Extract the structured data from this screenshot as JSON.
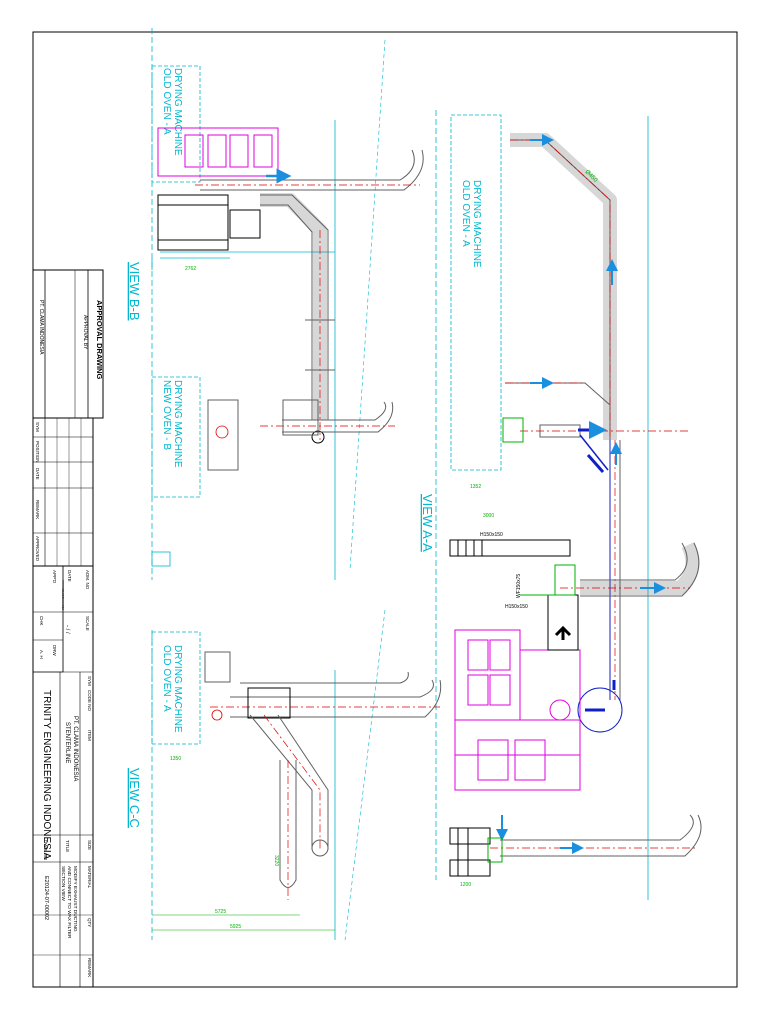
{
  "colors": {
    "frame": "#000000",
    "duct": "#606060",
    "centerline": "#e00000",
    "flow_arrow": "#1a8fe0",
    "flow_arrow_dark": "#1020c8",
    "label": "#00b8d0",
    "dimension": "#00b000",
    "machine": "#e000e0",
    "structure": "#000000"
  },
  "views": {
    "view_aa": "VIEW A-A",
    "view_bb": "VIEW B-B",
    "view_cc": "VIEW C-C"
  },
  "machines": {
    "old_oven_a_aa": [
      "DRYING MACHINE",
      "OLD OVEN - A"
    ],
    "old_oven_a_bb": [
      "DRYING MACHINE",
      "OLD OVEN - A"
    ],
    "new_oven_b_bb": [
      "DRYING MACHINE",
      "NEW OVEN - B"
    ],
    "old_oven_a_cc": [
      "DRYING MACHINE",
      "OLD OVEN - A"
    ]
  },
  "dimensions": {
    "d_2762": "2762",
    "d_1352": "1352",
    "d_3000": "3000",
    "d_1350": "1350",
    "d_1200": "1200",
    "d_5725": "5725",
    "d_5925": "5925",
    "d_3220": "3220",
    "d_450": "Ø450",
    "beam1": "H150x150",
    "beam2": "WF150x75",
    "beam3": "H150x150"
  },
  "approval": {
    "title": "APPROVAL DRAWING",
    "approval_by": "APPROVAL BY",
    "company": "PT. CLAMA INDONESIA"
  },
  "revision_headers": [
    "SYM",
    "POSITION",
    "DATE",
    "REMARK",
    "APPROVED"
  ],
  "title_block": {
    "adm_no": "ADM. NO",
    "date": "DATE",
    "date_sub": "YYYY/MM/DD/HH/MM",
    "appd": "APP'D",
    "chk": "CHK",
    "scale": "SCALE",
    "scale_val": "- / /",
    "drw": "DRW",
    "drw_val": "A. H",
    "sym": "SYM",
    "code_no": "CODE NO",
    "item": "ITEM",
    "client": "PT. CLAMA INDONESIA",
    "line": "STENTERLINE",
    "firm": "TRINITY ENGINEERING INDONESIA",
    "size": "SIZE",
    "material": "MATERIAL",
    "qty": "QTY",
    "remark": "REMARK",
    "title": "TITLE",
    "title_lines": [
      "MODIFY EXHAUST DUCTING",
      "AND CONNECT TO WAX FILTER",
      "SECTION VIEW"
    ],
    "dwg_no": "DWG. NO",
    "dwg_val": "E20124-07-00002"
  }
}
